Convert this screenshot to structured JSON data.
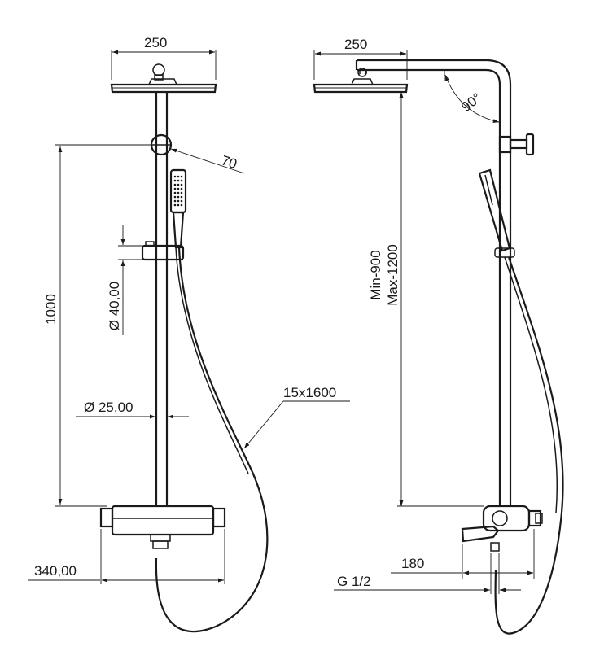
{
  "left_view": {
    "head_width": "250",
    "bracket_size": "70",
    "rail_height": "1000",
    "holder_diameter": "Ø 40,00",
    "pipe_diameter": "Ø 25,00",
    "hose_spec": "15x1600",
    "mixer_width": "340,00"
  },
  "right_view": {
    "head_width": "250",
    "arm_angle": "90°",
    "height_min": "Min-900",
    "height_max": "Max-1200",
    "spout_length": "180",
    "thread": "G 1/2"
  }
}
